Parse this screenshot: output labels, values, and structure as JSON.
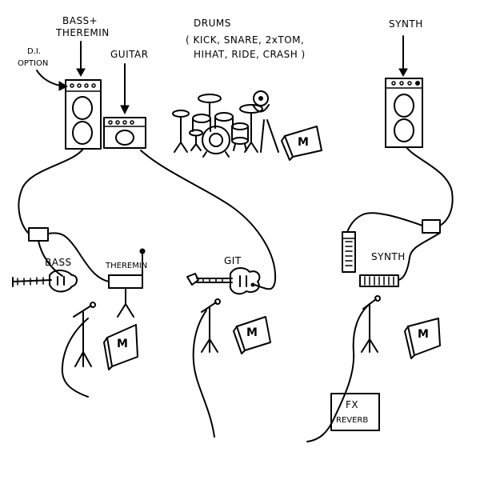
{
  "labels": {
    "bass_theremin_line1": "BASS+",
    "bass_theremin_line2": "THEREMIN",
    "di_line1": "D.I.",
    "di_line2": "OPTION",
    "guitar": "GUITAR",
    "drums_title": "DRUMS",
    "drums_line1": "( KICK, SNARE, 2xTOM,",
    "drums_line2": "HIHAT, RIDE, CRASH )",
    "synth_top": "SYNTH",
    "bass": "BASS",
    "theremin": "THEREMIN",
    "git": "GIT",
    "synth_keys": "SYNTH",
    "fx_line1": "FX",
    "fx_line2": "REVERB",
    "monitor_mark": "M"
  }
}
